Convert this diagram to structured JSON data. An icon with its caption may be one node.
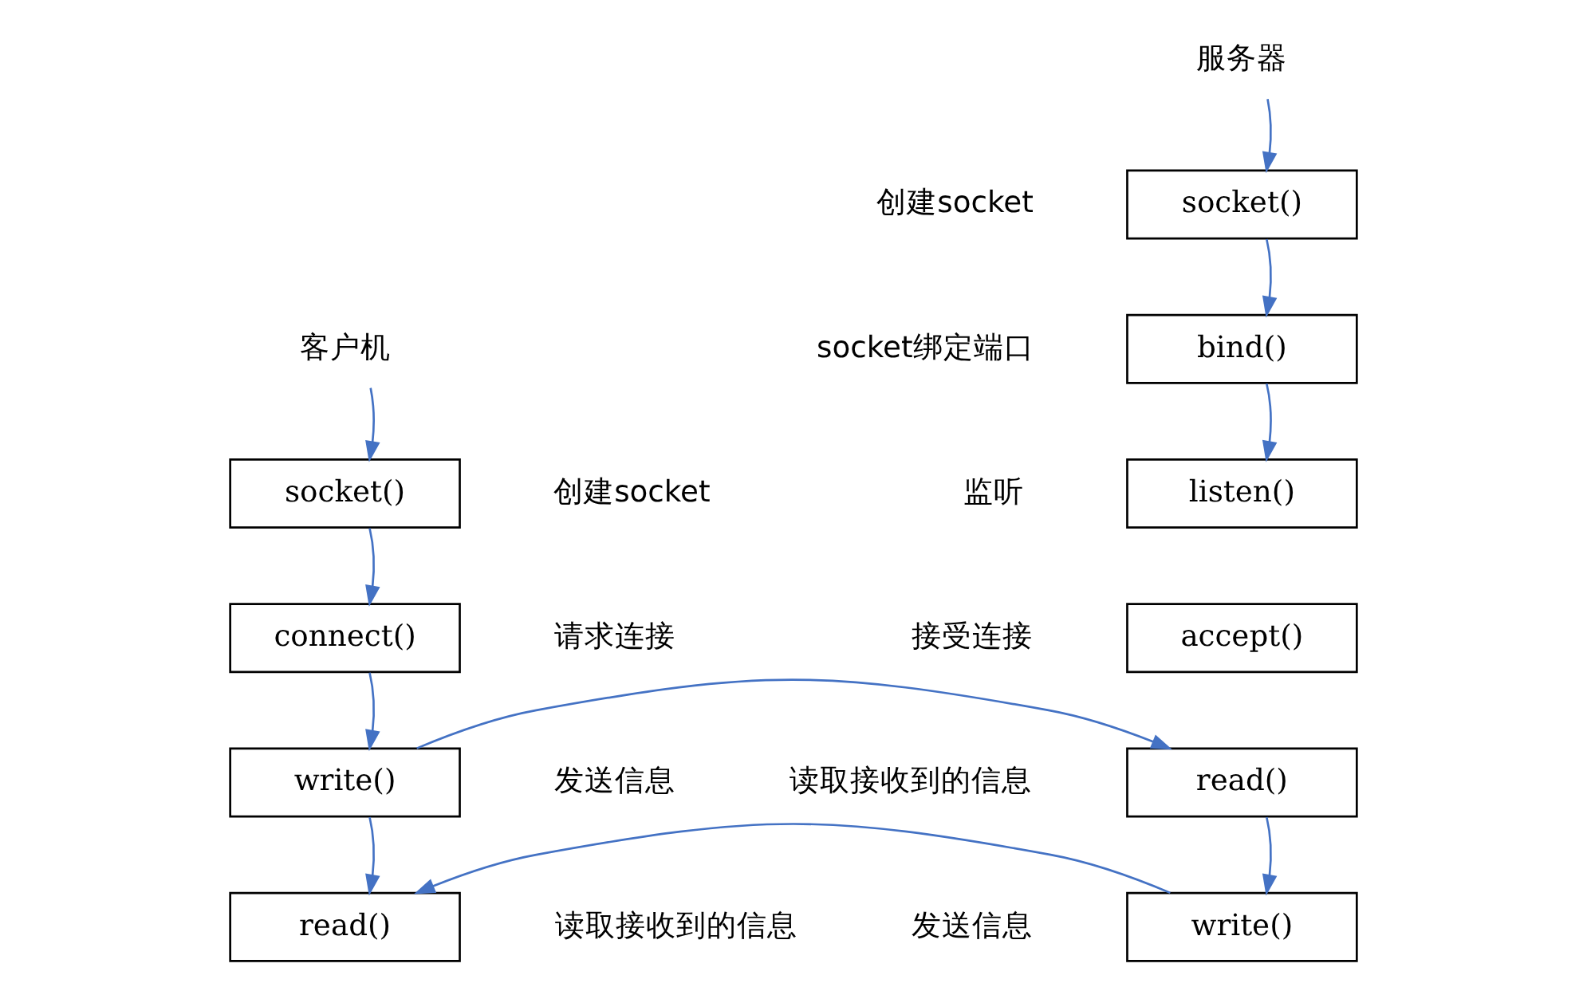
{
  "diagram": {
    "nodes": [
      {
        "text": [
          "服务器"
        ]
      },
      {
        "text": [
          "socket()"
        ],
        "beside": [
          "创建socket"
        ]
      },
      {
        "text": [
          "bind()"
        ],
        "beside": [
          "socket绑定端口"
        ]
      },
      {
        "text": [
          "listen()"
        ],
        "beside": [
          "监听"
        ]
      },
      {
        "text": [
          "accept()"
        ],
        "beside": [
          "接受连接"
        ]
      },
      {
        "text": [
          "read()"
        ],
        "beside": [
          "读取接收到的信息"
        ]
      },
      {
        "text": [
          "write()"
        ],
        "beside": [
          "发送信息"
        ]
      },
      {
        "text": [
          "客户机"
        ]
      },
      {
        "text": [
          "socket()"
        ],
        "beside": [
          "创建socket"
        ]
      },
      {
        "text": [
          "connect()"
        ],
        "beside": [
          "请求连接"
        ]
      },
      {
        "text": [
          "write()"
        ],
        "beside": [
          "发送信息"
        ]
      },
      {
        "text": [
          "read()"
        ],
        "beside": [
          "读取接收到的信息"
        ]
      }
    ],
    "edges": [
      {
        "from": 0,
        "to": 1,
        "arrow": "to"
      },
      {
        "from": 1,
        "to": 2,
        "arrow": "to"
      },
      {
        "from": 2,
        "to": 3,
        "arrow": "to"
      },
      {
        "from": 5,
        "to": 6,
        "arrow": "to"
      },
      {
        "from": 7,
        "to": 8,
        "arrow": "to"
      },
      {
        "from": 8,
        "to": 9,
        "arrow": "to"
      },
      {
        "from": 9,
        "to": 10,
        "arrow": "to"
      },
      {
        "from": 10,
        "to": 11,
        "arrow": "to"
      },
      {
        "from": 10,
        "to": 5,
        "arrow": "to"
      },
      {
        "from": 6,
        "to": 11,
        "arrow": "to"
      }
    ]
  }
}
